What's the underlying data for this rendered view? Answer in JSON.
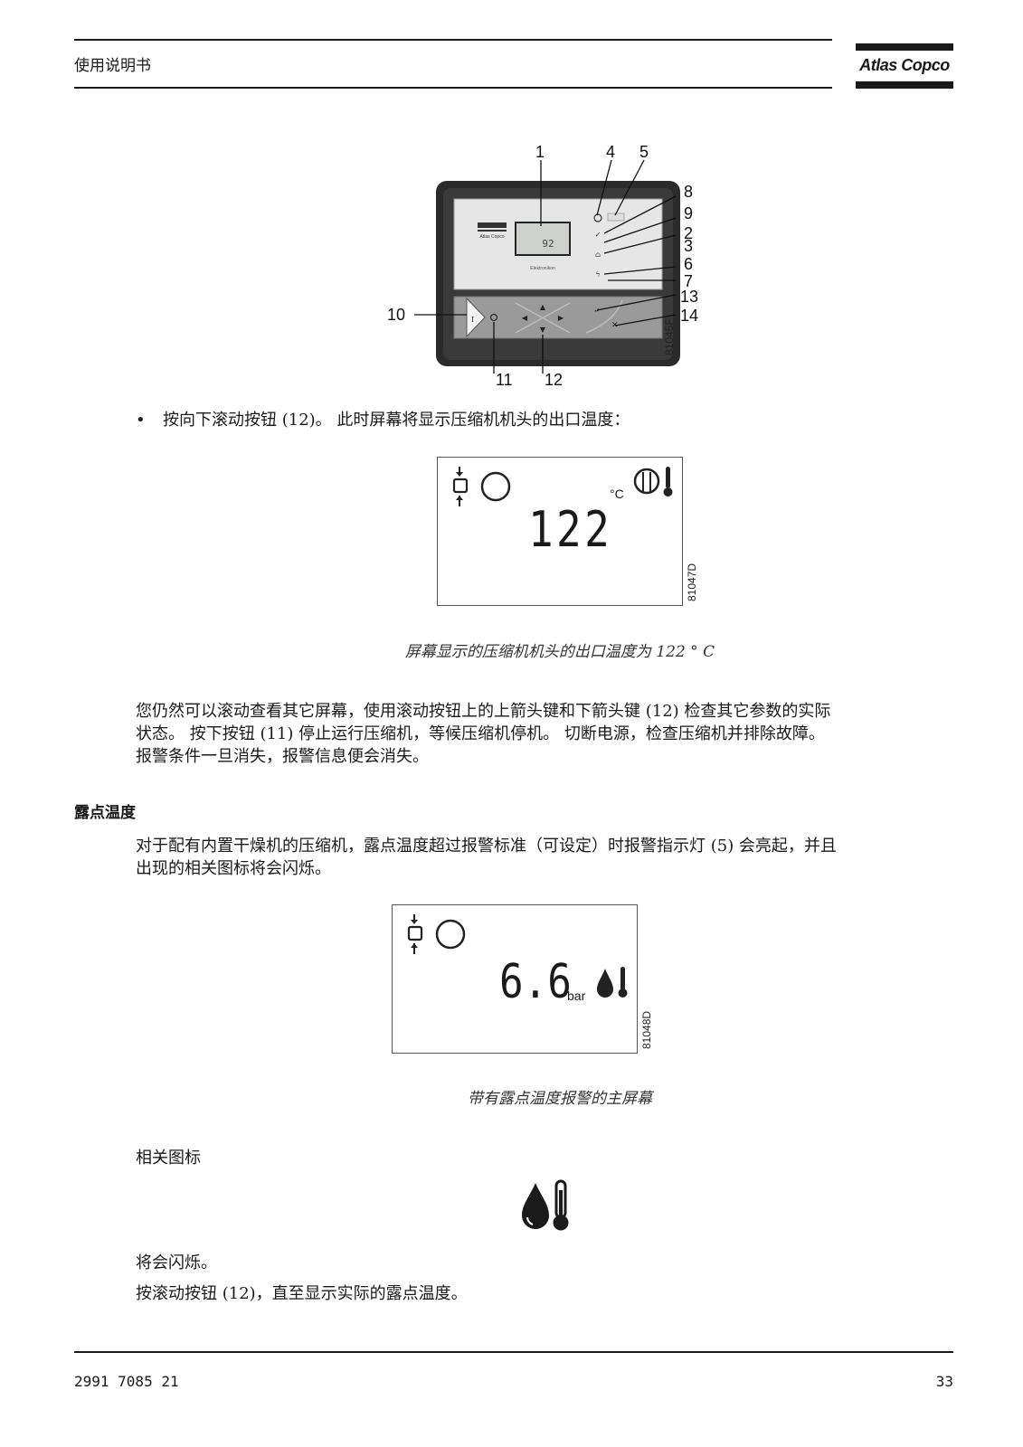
{
  "header": {
    "title": "使用说明书",
    "logo_text": "Atlas Copco"
  },
  "figure_panel": {
    "figure_id": "81045F",
    "callouts": [
      "1",
      "4",
      "5",
      "8",
      "9",
      "2",
      "3",
      "6",
      "7",
      "13",
      "14",
      "10",
      "11",
      "12"
    ],
    "panel_brand": "Atlas Copco",
    "panel_model": "Elektronikon",
    "lcd_value": "92"
  },
  "bullet": {
    "text": "按向下滚动按钮 (12)。 此时屏幕将显示压缩机机头的出口温度："
  },
  "display_temp": {
    "value": "122",
    "unit": "°C",
    "figure_id": "81047D",
    "caption": "屏幕显示的压缩机机头的出口温度为 122 ° C"
  },
  "para1": {
    "lines": [
      "您仍然可以滚动查看其它屏幕，使用滚动按钮上的上箭头键和下箭头键 (12) 检查其它参数的实际",
      "状态。 按下按钮 (11) 停止运行压缩机，等候压缩机停机。 切断电源，检查压缩机并排除故障。",
      "报警条件一旦消失，报警信息便会消失。"
    ]
  },
  "section": {
    "heading": "露点温度",
    "lines": [
      "对于配有内置干燥机的压缩机，露点温度超过报警标准（可设定）时报警指示灯 (5) 会亮起，并且",
      "出现的相关图标将会闪烁。"
    ]
  },
  "display_dew": {
    "value": "6.6",
    "unit": "bar",
    "figure_id": "81048D",
    "caption": "带有露点温度报警的主屏幕"
  },
  "icon_section": {
    "label": "相关图标",
    "icon": "dewpoint-thermometer-icon",
    "after_text": "将会闪烁。",
    "instruction": "按滚动按钮 (12)，直至显示实际的露点温度。"
  },
  "footer": {
    "doc_number": "2991 7085 21",
    "page_number": "33"
  }
}
